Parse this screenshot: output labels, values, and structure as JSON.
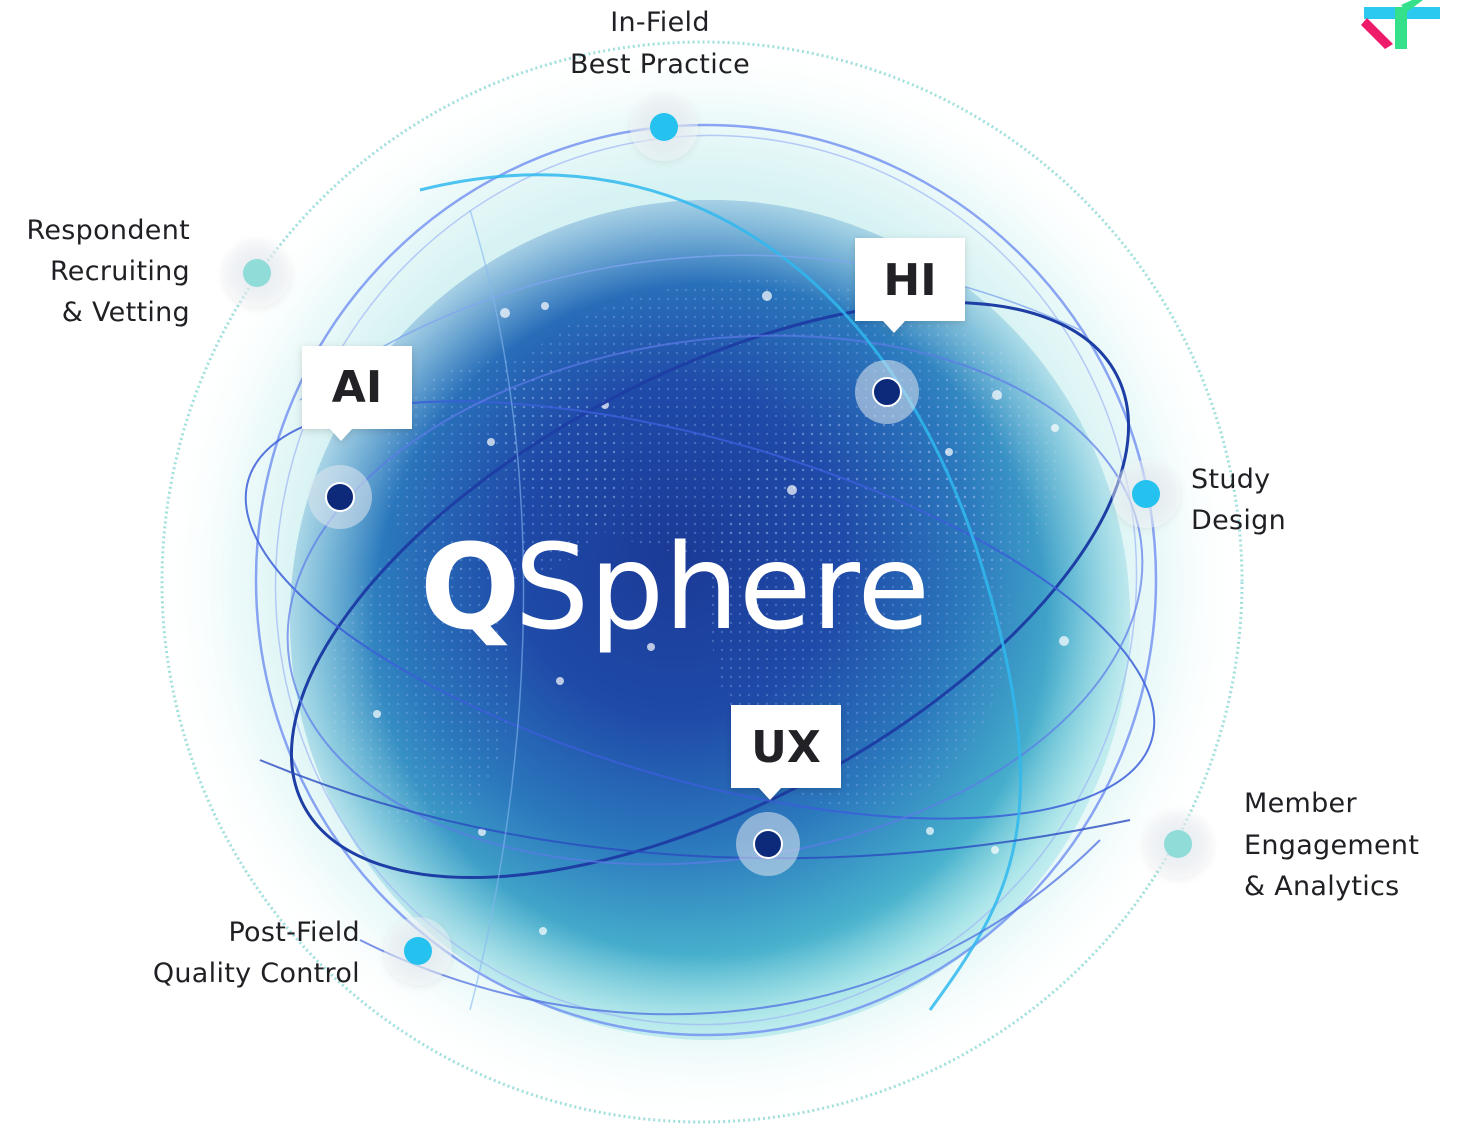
{
  "brand": {
    "prefix": "Q",
    "suffix": "Sphere"
  },
  "colors": {
    "sphere_core": "#1c3a8e",
    "sphere_edge": "#5fd0d6",
    "glow": "#e9f8f8",
    "dot_light_blue": "#25c2f0",
    "dot_teal": "#8fdcd8",
    "dot_navy": "#0d2a7a",
    "orbit_blue": "#3a57d6",
    "logo_pink": "#ee1b6b",
    "logo_cyan": "#2bc8f0",
    "logo_green": "#34e08a"
  },
  "tags": {
    "ai": "AI",
    "hi": "HI",
    "ux": "UX"
  },
  "labels": {
    "in_field": {
      "line1": "In-Field",
      "line2": "Best Practice"
    },
    "respondent": {
      "line1": "Respondent",
      "line2": "Recruiting",
      "line3": "& Vetting"
    },
    "study_design": {
      "line1": "Study",
      "line2": "Design"
    },
    "member": {
      "line1": "Member",
      "line2": "Engagement",
      "line3": "& Analytics"
    },
    "post_field": {
      "line1": "Post-Field",
      "line2": "Quality Control"
    }
  },
  "icons": {
    "logo": "asterisk-arrow-logo-icon"
  }
}
